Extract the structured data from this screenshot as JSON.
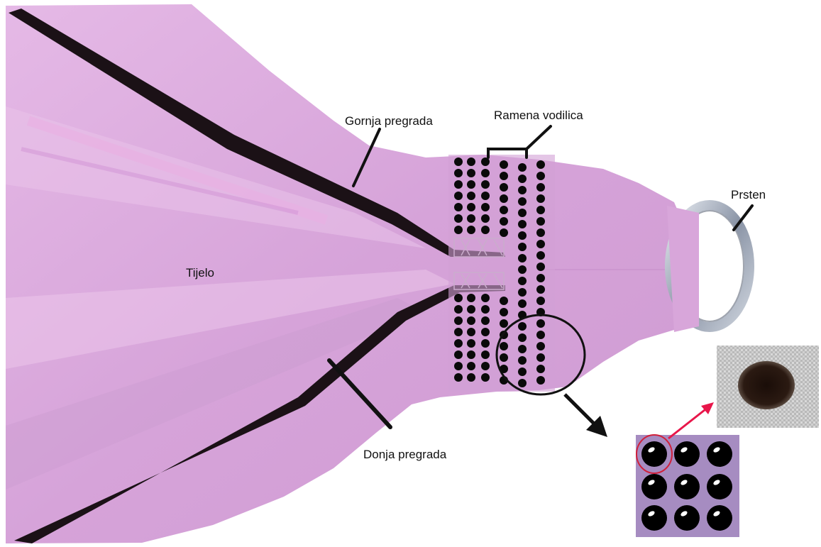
{
  "labels": {
    "upper_partition": "Gornja pregrada",
    "shoulder_guide": "Ramena vodilica",
    "ring": "Prsten",
    "body": "Tijelo",
    "lower_partition": "Donja pregrada"
  },
  "colors": {
    "fabric": "#d9a8dc",
    "fabric_light": "#e8c2e8",
    "fabric_shadow": "#c38fc8",
    "stripe": "#1b1116",
    "dot": "#0a0a0a",
    "inset_panel": "#a68cc1",
    "highlight_circle": "#d0203a",
    "ring_metal": "#9aa4b4"
  },
  "icons": {
    "callout_arrow": "arrow-icon",
    "zoom_circle": "magnifier-circle",
    "ring": "ring-icon"
  }
}
